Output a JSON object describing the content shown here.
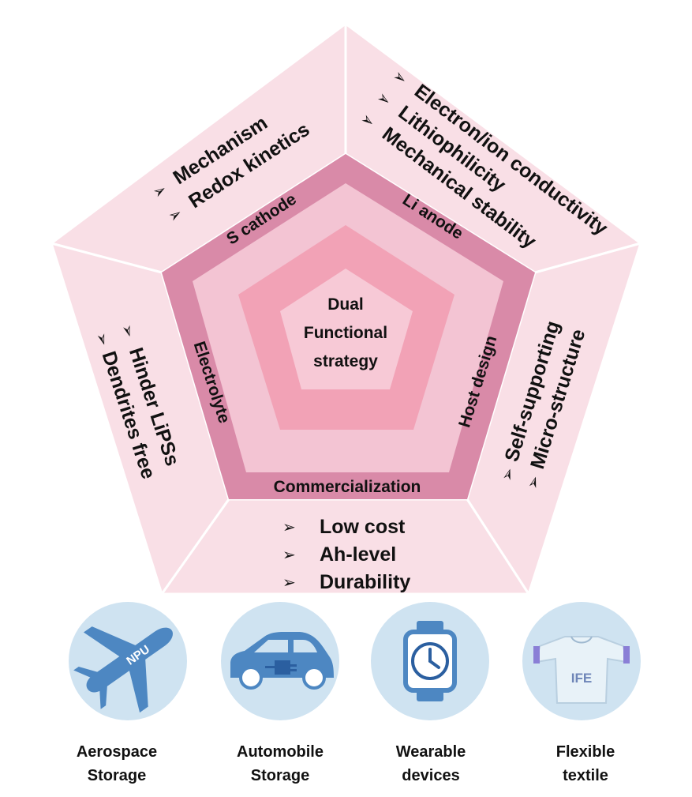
{
  "center": {
    "lines": [
      "Dual",
      "Functional",
      "strategy"
    ]
  },
  "ring_labels": {
    "s_cathode": "S cathode",
    "li_anode": "Li anode",
    "host_design": "Host  design",
    "commercialization": "Commercialization",
    "electrolyte": "Electrolyte"
  },
  "outer": {
    "s_cathode": [
      "Mechanism",
      "Redox kinetics"
    ],
    "li_anode": [
      "Electron/ion conductivity",
      "Lithiophilicity",
      "Mechanical stability"
    ],
    "host_design": [
      "Self-supporting",
      "Micro-structure"
    ],
    "commercialization": [
      "Low cost",
      "Ah-level",
      "Durability"
    ],
    "electrolyte": [
      "Hinder LiPSs",
      "Dendrites free"
    ]
  },
  "bullet_glyph": "➢",
  "applications": [
    {
      "icon": "airplane-icon",
      "badge": "NPU",
      "lines": [
        "Aerospace",
        "Storage"
      ]
    },
    {
      "icon": "car-icon",
      "badge": "",
      "lines": [
        "Automobile",
        "Storage"
      ]
    },
    {
      "icon": "smartwatch-icon",
      "badge": "",
      "lines": [
        "Wearable",
        "devices"
      ]
    },
    {
      "icon": "shirt-icon",
      "badge": "IFE",
      "lines": [
        "Flexible",
        "textile"
      ]
    }
  ],
  "colors": {
    "outer_fill": "#f9dfe6",
    "ring_fill": "#d98aa8",
    "band_fill": "#f3c4d3",
    "inner_fill": "#f2a2b6",
    "core_fill": "#f7c9d6",
    "icon_circle": "#cfe3f1",
    "icon_blue": "#4d87c2"
  }
}
